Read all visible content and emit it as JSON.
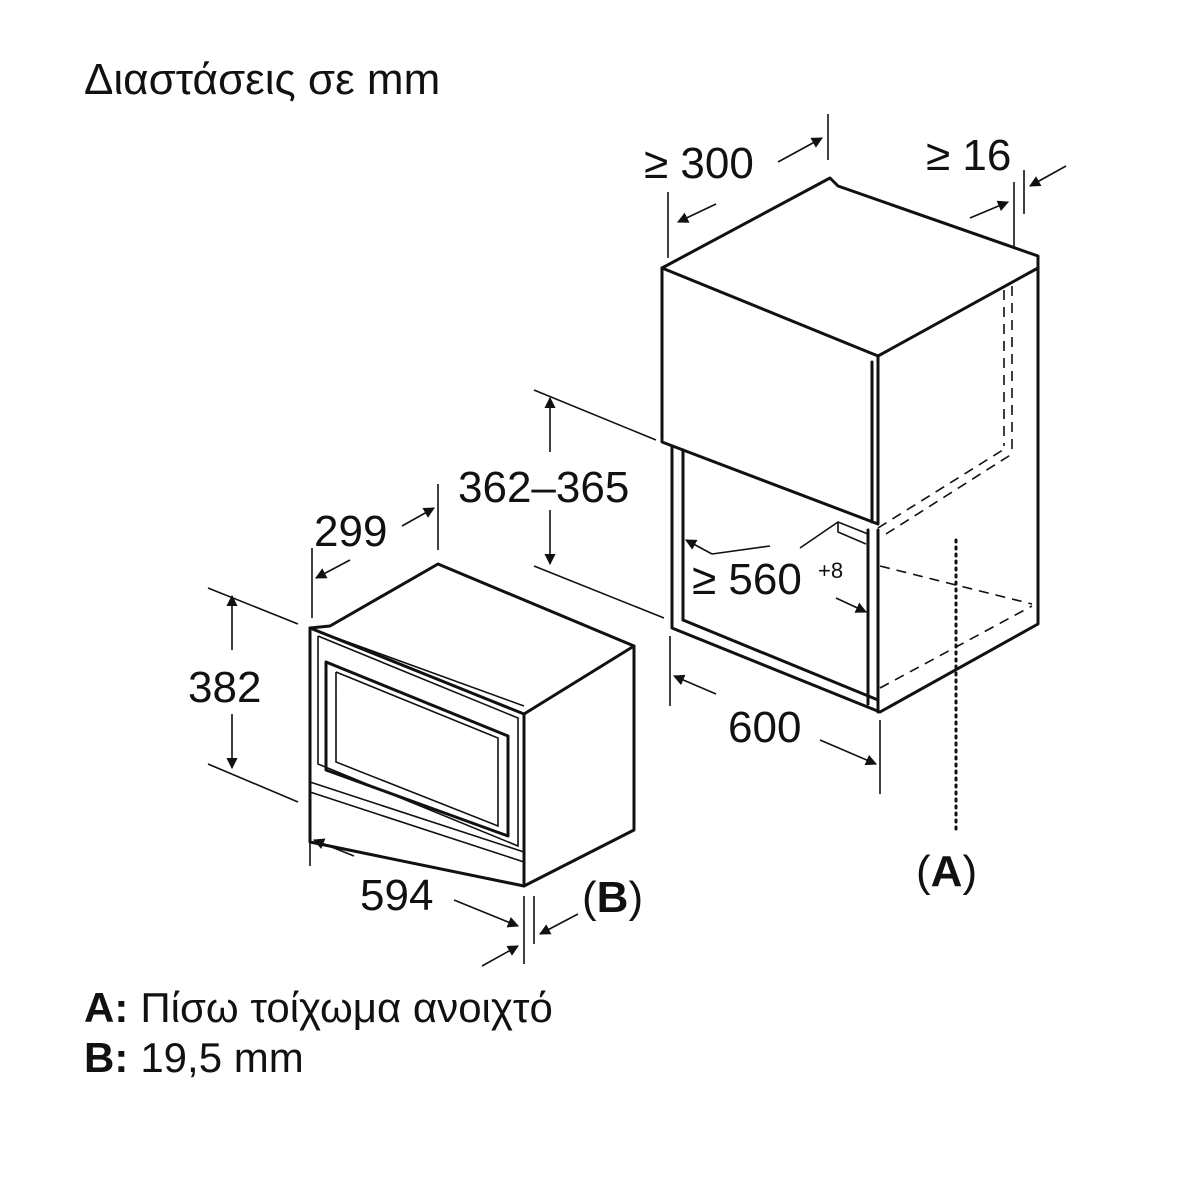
{
  "title": "Διαστάσεις σε mm",
  "dimensions": {
    "niche_depth": "≥ 300",
    "rear_gap": "≥ 16",
    "niche_height": "362–365",
    "niche_width_base": "≥ 560",
    "niche_width_tol": "+8",
    "cabinet_width": "600",
    "appliance_depth": "299",
    "appliance_height": "382",
    "appliance_width": "594"
  },
  "callouts": {
    "a_open": "(",
    "a_letter": "A",
    "a_close": ")",
    "b_open": "(",
    "b_letter": "B",
    "b_close": ")"
  },
  "legend": {
    "a_key": "A:",
    "a_text": "Πίσω τοίχωμα ανοιχτό",
    "b_key": "B:",
    "b_text": "19,5 mm"
  }
}
